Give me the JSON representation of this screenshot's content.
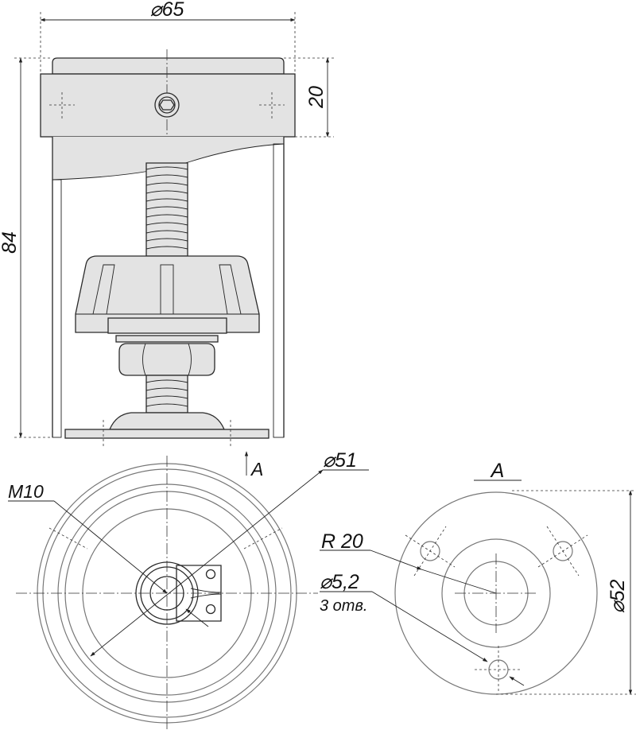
{
  "colors": {
    "fill": "#e3e3e3",
    "line": "#2a2a2a",
    "background": "#ffffff"
  },
  "dimensions": {
    "top_diameter": "⌀65",
    "cap_height": "20",
    "overall_height": "84",
    "plate_diameter": "⌀51",
    "thread": "M10",
    "view_marker": "A",
    "base_radius": "R 20",
    "hole_diameter": "⌀5,2",
    "hole_count": "3 отв.",
    "base_diameter": "⌀52"
  }
}
